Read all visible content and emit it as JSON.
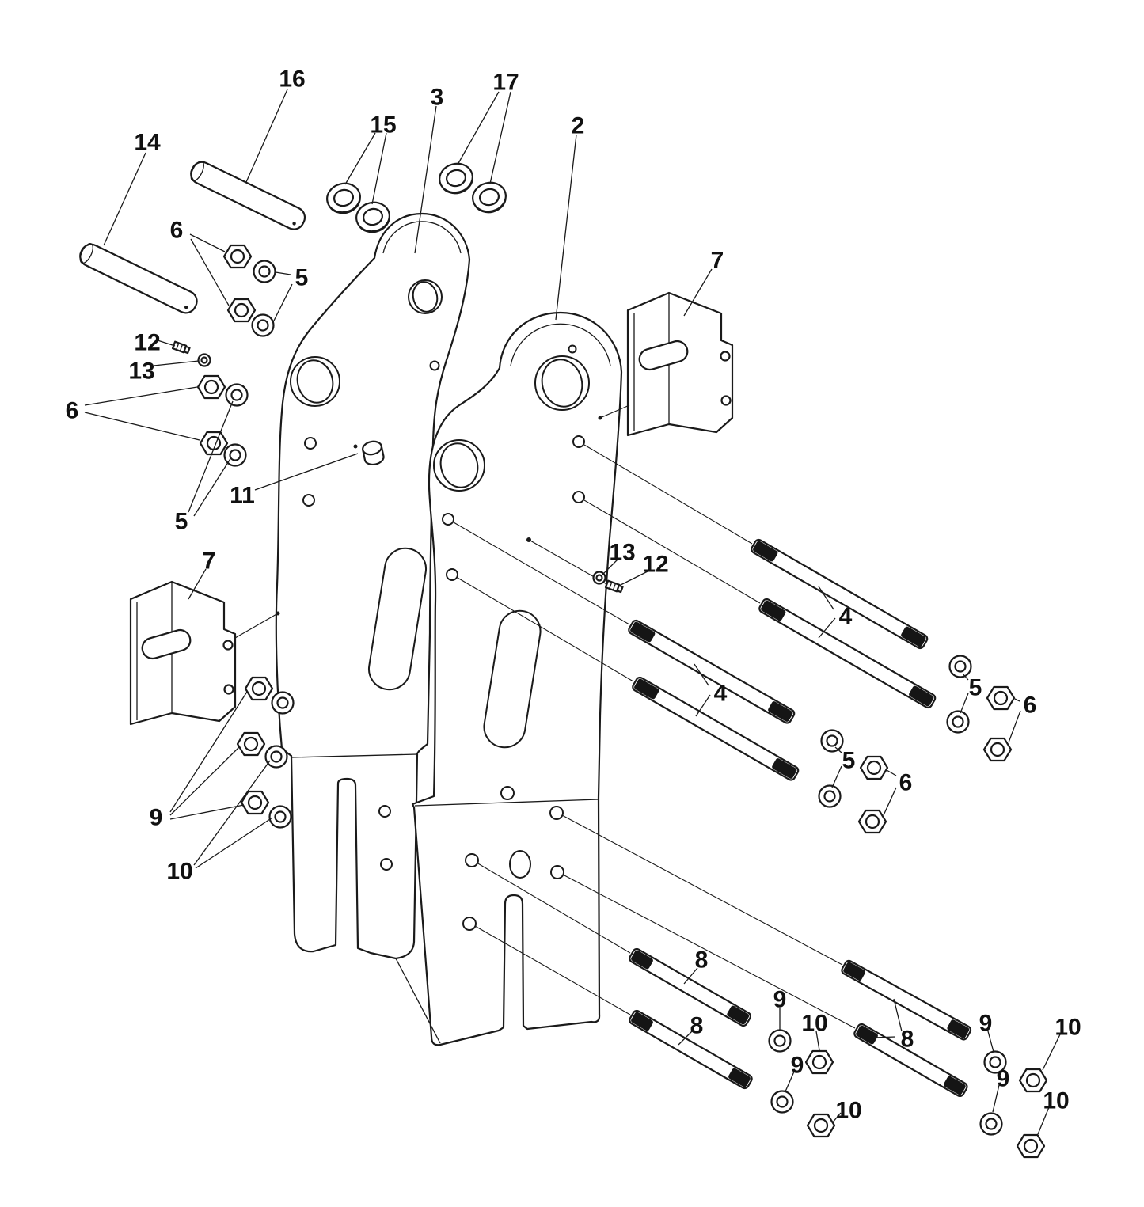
{
  "figure": {
    "kind": "exploded-parts-diagram",
    "background_color": "#ffffff",
    "line_color": "#1a1a1a",
    "label_color": "#111111",
    "part_numbers_shown": [
      "2",
      "3",
      "4",
      "5",
      "6",
      "7",
      "8",
      "9",
      "10",
      "11",
      "12",
      "13",
      "14",
      "15",
      "16",
      "17"
    ]
  },
  "callouts": [
    "16",
    "14",
    "15",
    "3",
    "17",
    "2",
    "6",
    "5",
    "12",
    "13",
    "6",
    "11",
    "5",
    "7",
    "7",
    "13",
    "12",
    "4",
    "4",
    "5",
    "6",
    "5",
    "6",
    "9",
    "10",
    "8",
    "8",
    "9",
    "10",
    "9",
    "10",
    "8",
    "9",
    "10",
    "9",
    "10"
  ]
}
